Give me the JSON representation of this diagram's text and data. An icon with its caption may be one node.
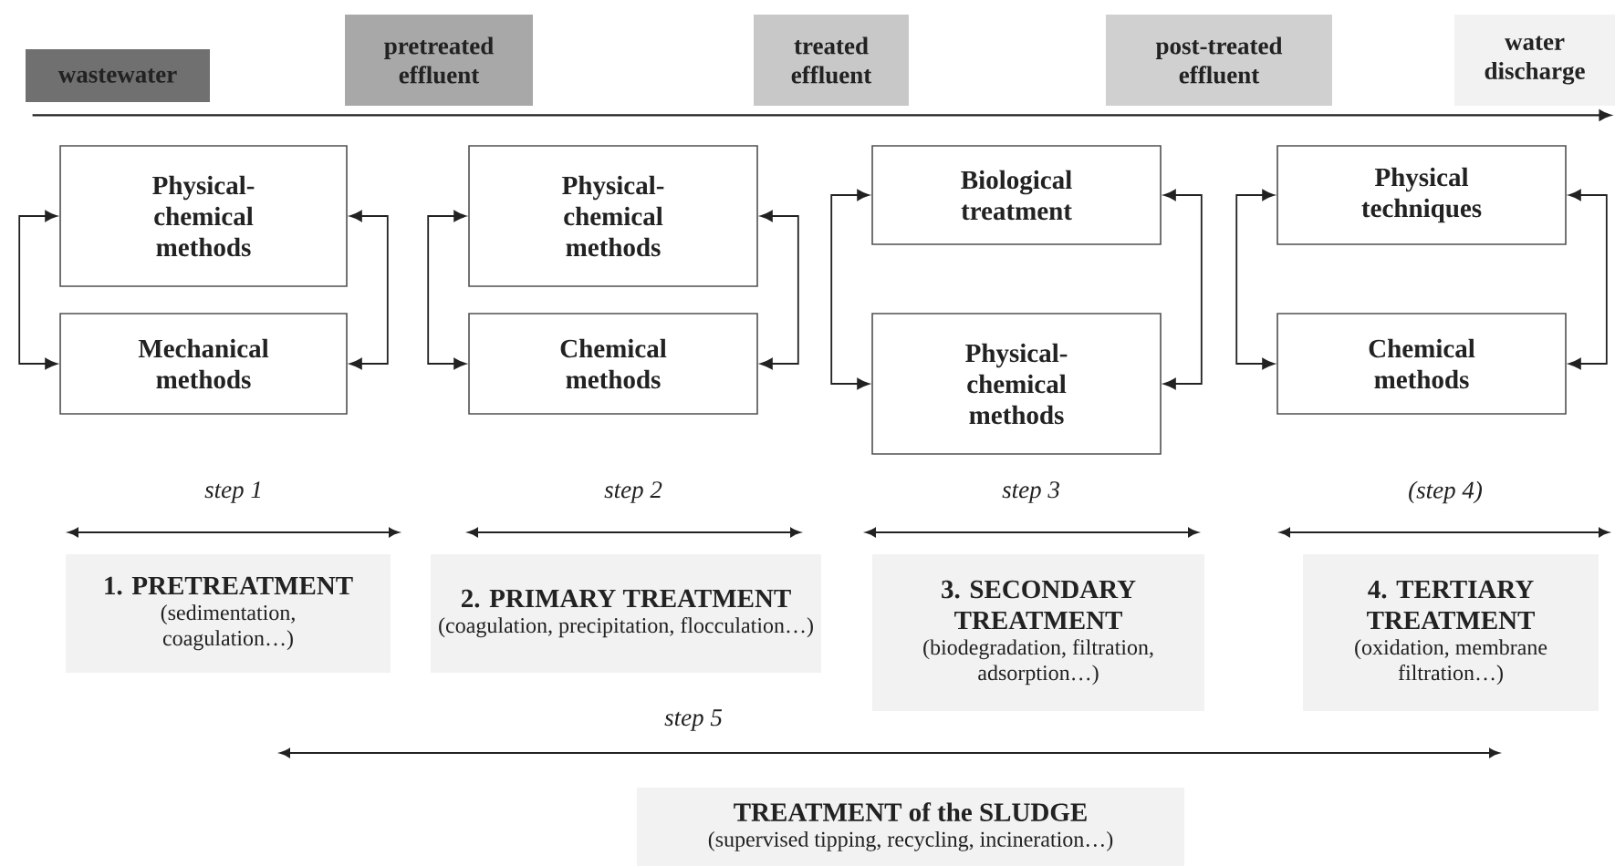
{
  "diagram": {
    "nodes": [
      {
        "text": [
          "wastewater"
        ]
      },
      {
        "text": [
          "pretreated effluent"
        ]
      },
      {
        "text": [
          "treated effluent"
        ]
      },
      {
        "text": [
          "post-treated effluent"
        ]
      },
      {
        "text": [
          "water discharge"
        ]
      },
      {
        "text": [
          "Physical-chemical methods"
        ]
      },
      {
        "text": [
          "Mechanical methods"
        ]
      },
      {
        "text": [
          "Physical-chemical methods"
        ]
      },
      {
        "text": [
          "Chemical methods"
        ]
      },
      {
        "text": [
          "Biological treatment"
        ]
      },
      {
        "text": [
          "Physical-chemical methods"
        ]
      },
      {
        "text": [
          "Physical techniques"
        ]
      },
      {
        "text": [
          "Chemical methods"
        ]
      },
      {
        "text": [
          "1. PRETREATMENT",
          "(sedimentation, coagulation…)"
        ]
      },
      {
        "text": [
          "2. PRIMARY TREATMENT",
          "(coagulation, precipitation, flocculation…)"
        ]
      },
      {
        "text": [
          "3. SECONDARY TREATMENT",
          "(biodegradation, filtration, adsorption…)"
        ]
      },
      {
        "text": [
          "4. TERTIARY TREATMENT",
          "(oxidation, membrane filtration…)"
        ]
      },
      {
        "text": [
          "TREATMENT of the SLUDGE",
          "(supervised tipping, recycling, incineration…)"
        ]
      }
    ],
    "edges": [
      {
        "from": 5,
        "to": 6,
        "arrow": "both"
      },
      {
        "from": 5,
        "to": 6,
        "arrow": "both"
      },
      {
        "from": 7,
        "to": 8,
        "arrow": "both"
      },
      {
        "from": 7,
        "to": 8,
        "arrow": "both"
      },
      {
        "from": 9,
        "to": 10,
        "arrow": "both"
      },
      {
        "from": 9,
        "to": 10,
        "arrow": "both"
      },
      {
        "from": 11,
        "to": 12,
        "arrow": "both"
      },
      {
        "from": 11,
        "to": 12,
        "arrow": "both"
      },
      {
        "from": 0,
        "to": 4,
        "arrow": "to"
      }
    ],
    "labels": [
      "step 1",
      "step 2",
      "step 3",
      "(step 4)",
      "step 5"
    ]
  }
}
